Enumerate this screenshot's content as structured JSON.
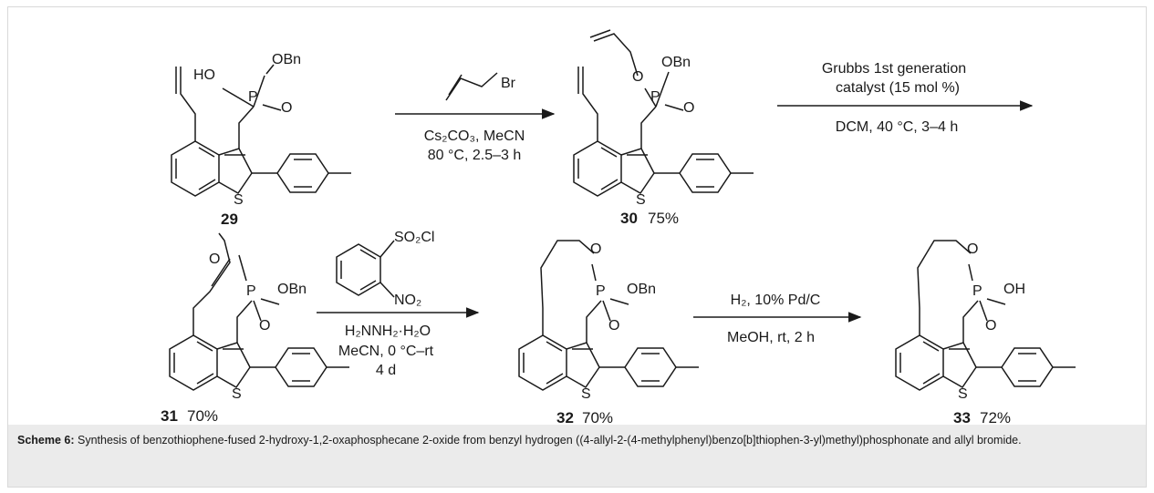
{
  "scheme": {
    "compounds": [
      {
        "number": "29",
        "yield": ""
      },
      {
        "number": "30",
        "yield": "75%"
      },
      {
        "number": "31",
        "yield": "70%"
      },
      {
        "number": "32",
        "yield": "70%"
      },
      {
        "number": "33",
        "yield": "72%"
      }
    ],
    "atoms": {
      "obn": "OBn",
      "ho": "HO",
      "o": "O",
      "p": "P",
      "s": "S",
      "oh": "OH",
      "br": "Br",
      "so2cl": "SO₂Cl",
      "no2": "NO₂"
    },
    "steps": [
      {
        "reagent": "Br",
        "conditions": [
          "Cs₂CO₃, MeCN",
          "80 °C, 2.5–3 h"
        ]
      },
      {
        "above": [
          "Grubbs 1st generation",
          "catalyst (15 mol %)"
        ],
        "below": "DCM, 40 °C, 3–4 h"
      },
      {
        "below": [
          "H₂NNH₂·H₂O",
          "MeCN, 0 °C–rt",
          "4 d"
        ]
      },
      {
        "above": "H₂, 10% Pd/C",
        "below": "MeOH, rt, 2 h"
      }
    ]
  },
  "caption": {
    "label": "Scheme 6:",
    "text": " Synthesis of benzothiophene-fused 2-hydroxy-1,2-oxaphosphecane 2-oxide from benzyl hydrogen ((4-allyl-2-(4-methylphenyl)benzo[b]thiophen-3-yl)methyl)phosphonate and allyl bromide."
  }
}
